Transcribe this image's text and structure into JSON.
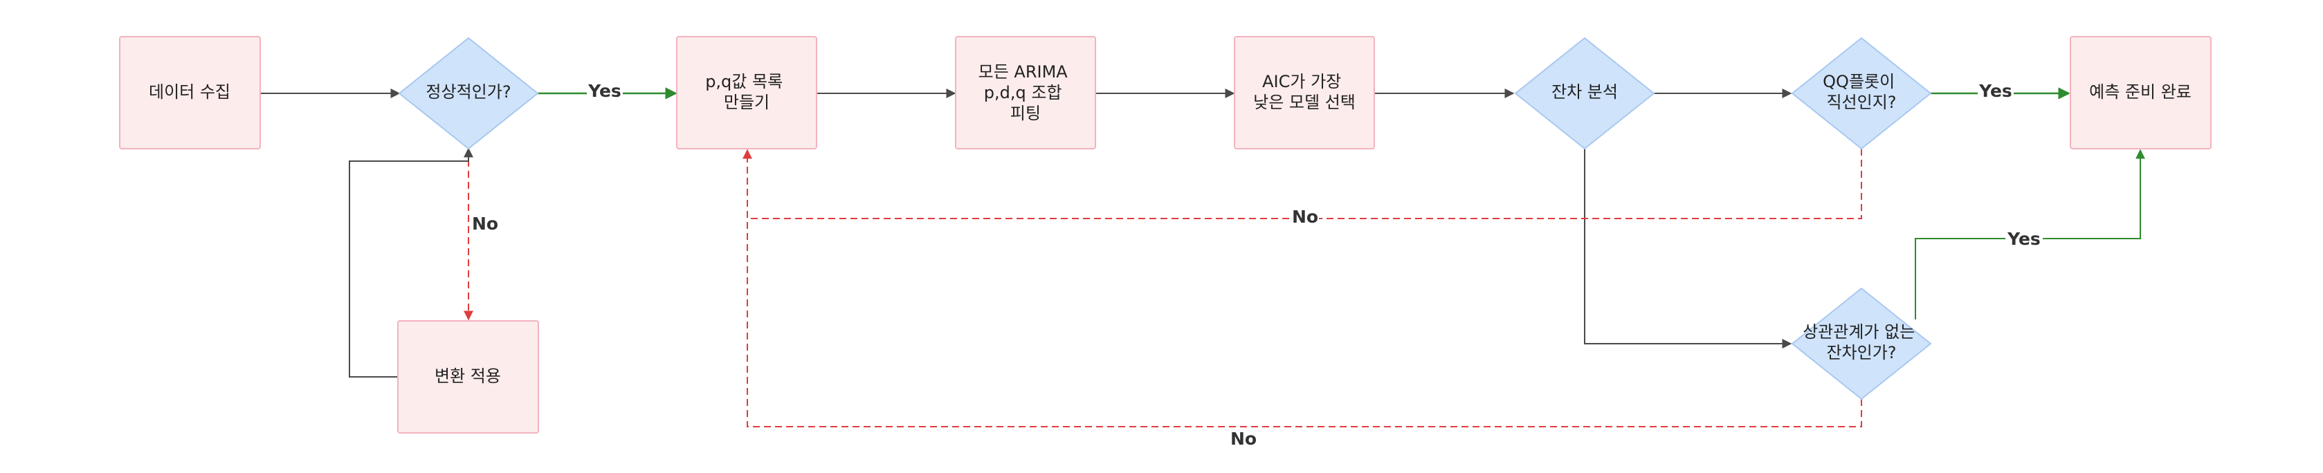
{
  "diagram": {
    "nodes": {
      "collect": {
        "lines": [
          "데이터 수집"
        ]
      },
      "stationary": {
        "lines": [
          "정상적인가?"
        ]
      },
      "pq_list": {
        "lines": [
          "p,q값 목록",
          "만들기"
        ]
      },
      "fit_all": {
        "lines": [
          "모든 ARIMA",
          "p,d,q 조합",
          "피팅"
        ]
      },
      "select_aic": {
        "lines": [
          "AIC가 가장",
          "낮은 모델 선택"
        ]
      },
      "residual": {
        "lines": [
          "잔차 분석"
        ]
      },
      "qq": {
        "lines": [
          "QQ플롯이",
          "직선인지?"
        ]
      },
      "ready": {
        "lines": [
          "예측 준비 완료"
        ]
      },
      "transform": {
        "lines": [
          "변환 적용"
        ]
      },
      "uncorrelated": {
        "lines": [
          "상관관계가 없는",
          "잔차인가?"
        ]
      }
    },
    "edge_labels": {
      "stationary_yes": "Yes",
      "stationary_no": "No",
      "qq_yes": "Yes",
      "qq_no": "No",
      "uncorrelated_yes": "Yes",
      "uncorrelated_no": "No"
    }
  },
  "colors": {
    "process_fill": "#fdecec",
    "process_stroke": "#f2b3bf",
    "decision_fill": "#cfe3fb",
    "decision_stroke": "#a8c8f0",
    "edge": "#4a4a4a",
    "yes_edge": "#2e8b2e",
    "no_edge": "#e03c3c"
  }
}
